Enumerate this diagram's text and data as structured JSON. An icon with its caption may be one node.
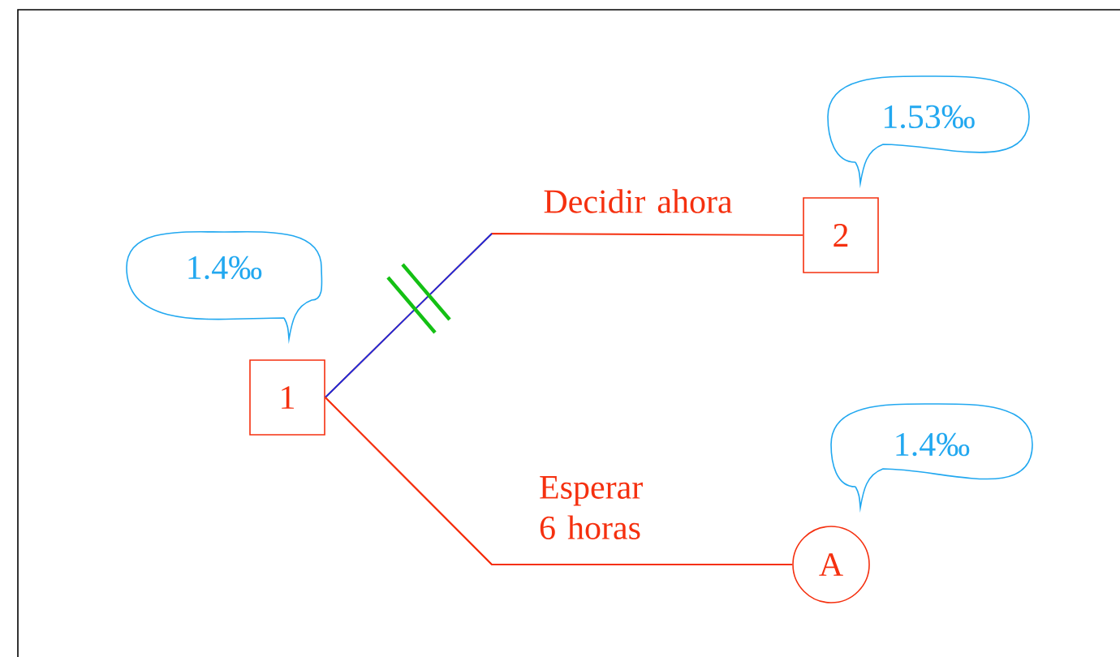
{
  "diagram": {
    "nodes": [
      {
        "text": [
          "1"
        ]
      },
      {
        "text": [
          "2"
        ]
      },
      {
        "text": [
          "A"
        ]
      },
      {
        "text": [
          "1.4‰"
        ]
      },
      {
        "text": [
          "1.53‰"
        ]
      },
      {
        "text": [
          "1.4‰"
        ]
      }
    ],
    "edges": [
      {
        "from": 0,
        "to": 1,
        "arrow": "none",
        "label": "Decidir ahora"
      },
      {
        "from": 0,
        "to": 2,
        "arrow": "none",
        "label": "Esperar 6 horas"
      }
    ]
  }
}
